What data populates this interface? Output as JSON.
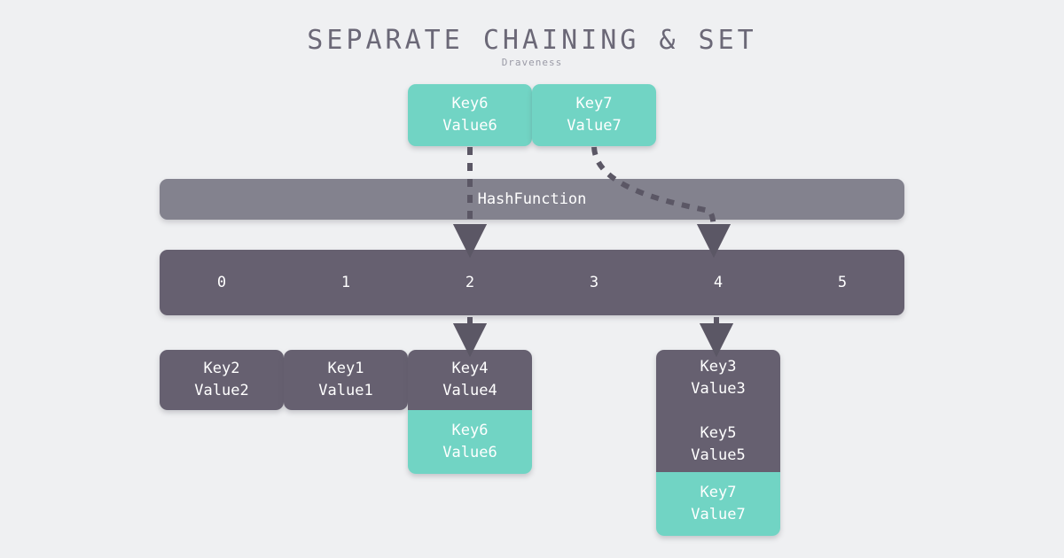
{
  "header": {
    "title": "SEPARATE CHAINING & SET",
    "subtitle": "Draveness"
  },
  "colors": {
    "background": "#eff0f2",
    "accent_teal": "#71d4c4",
    "node_gray": "#666070",
    "hash_bar_gray": "#83828e",
    "title_gray": "#6b6877",
    "arrow_gray": "#5b5765"
  },
  "inputs": [
    {
      "key": "Key6",
      "value": "Value6",
      "label": "Key6\nValue6",
      "highlight": true
    },
    {
      "key": "Key7",
      "value": "Value7",
      "label": "Key7\nValue7",
      "highlight": true
    }
  ],
  "hash_function": {
    "label": "HashFunction"
  },
  "bucket_array": {
    "indices": [
      "0",
      "1",
      "2",
      "3",
      "4",
      "5"
    ]
  },
  "chains": [
    {
      "bucket": "0",
      "entries": [
        {
          "label": "Key2\nValue2",
          "highlight": false
        }
      ]
    },
    {
      "bucket": "1",
      "entries": [
        {
          "label": "Key1\nValue1",
          "highlight": false
        }
      ]
    },
    {
      "bucket": "2",
      "entries": [
        {
          "label": "Key4\nValue4",
          "highlight": false
        },
        {
          "label": "Key6\nValue6",
          "highlight": true
        }
      ]
    },
    {
      "bucket": "4",
      "entries": [
        {
          "label": "Key3\nValue3\n\nKey5\nValue5",
          "highlight": false
        },
        {
          "label": "Key7\nValue7",
          "highlight": true
        }
      ]
    }
  ]
}
